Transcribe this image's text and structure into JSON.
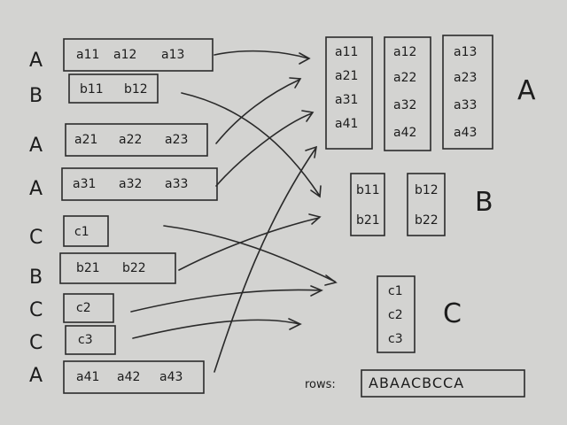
{
  "left_rows": [
    {
      "label": "A",
      "cells": [
        "a11",
        "a12",
        "a13"
      ]
    },
    {
      "label": "B",
      "cells": [
        "b11",
        "b12"
      ]
    },
    {
      "label": "A",
      "cells": [
        "a21",
        "a22",
        "a23"
      ]
    },
    {
      "label": "A",
      "cells": [
        "a31",
        "a32",
        "a33"
      ]
    },
    {
      "label": "C",
      "cells": [
        "c1"
      ]
    },
    {
      "label": "B",
      "cells": [
        "b21",
        "b22"
      ]
    },
    {
      "label": "C",
      "cells": [
        "c2"
      ]
    },
    {
      "label": "C",
      "cells": [
        "c3"
      ]
    },
    {
      "label": "A",
      "cells": [
        "a41",
        "a42",
        "a43"
      ]
    }
  ],
  "matrix_a": {
    "label": "A",
    "columns": [
      [
        "a11",
        "a21",
        "a31",
        "a41"
      ],
      [
        "a12",
        "a22",
        "a32",
        "a42"
      ],
      [
        "a13",
        "a23",
        "a33",
        "a43"
      ]
    ]
  },
  "matrix_b": {
    "label": "B",
    "columns": [
      [
        "b11",
        "b21"
      ],
      [
        "b12",
        "b22"
      ]
    ]
  },
  "matrix_c": {
    "label": "C",
    "columns": [
      [
        "c1",
        "c2",
        "c3"
      ]
    ]
  },
  "rows_sequence": {
    "label": "rows:",
    "value": "ABAACBCCA"
  }
}
